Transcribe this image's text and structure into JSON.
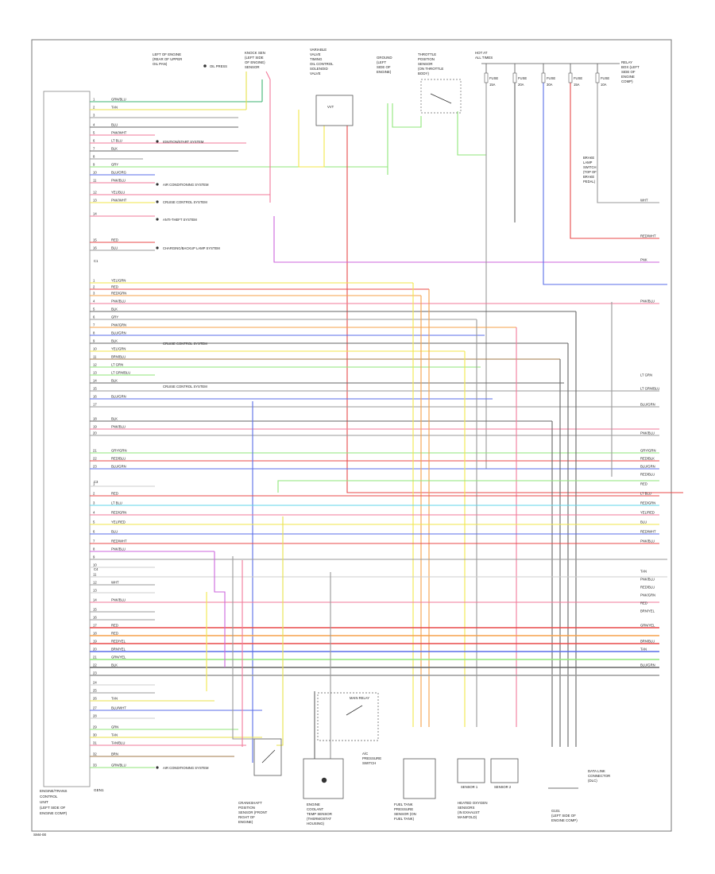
{
  "ecm": {
    "label_lines": [
      "ENGINE/TRANS",
      "CONTROL",
      "UNIT",
      "(LEFT SIDE OF",
      "ENGINE COMP)"
    ],
    "footer": "GEN1"
  },
  "fig_code": "SM4-00",
  "pin_groups": {
    "top_block_label": "C1",
    "mid_block_label": "C3",
    "lower_block_label": "C4"
  },
  "top_components": [
    {
      "id": "oil_pressure",
      "lines": [
        "LEFT OF ENGINE",
        "(REAR OF UPPER",
        "OIL PAN)"
      ],
      "badge": "OIL PRESS"
    },
    {
      "id": "knock_sensor",
      "lines": [
        "KNOCK SEN",
        "(LEFT SIDE",
        "OF ENGINE)",
        "SENSOR"
      ]
    },
    {
      "id": "variable_cam",
      "lines": [
        "VARIABLE",
        "VALVE",
        "TIMING",
        "OIL CONTROL",
        "SOLENOID",
        "VALVE"
      ],
      "box": "VVT"
    },
    {
      "id": "ground_pt",
      "lines": [
        "GROUND",
        "(LEFT",
        "SIDE OF",
        "ENGINE)"
      ]
    },
    {
      "id": "throttle",
      "lines": [
        "THROTTLE",
        "POSITION",
        "SENSOR",
        "(ON THROTTLE",
        "BODY)"
      ]
    },
    {
      "id": "hot_fuse",
      "lines": [
        "HOT AT",
        "ALL TIMES"
      ]
    },
    {
      "id": "relay_box",
      "lines": [
        "RELAY",
        "BOX (LEFT",
        "SIDE OF",
        "ENGINE",
        "COMP)"
      ]
    }
  ],
  "fuses": [
    {
      "label": "FUSE",
      "amp": "15A"
    },
    {
      "label": "FUSE",
      "amp": "20A"
    },
    {
      "label": "FUSE",
      "amp": "30A"
    },
    {
      "label": "FUSE",
      "amp": "15A"
    },
    {
      "label": "FUSE",
      "amp": "10A"
    }
  ],
  "system_notes": {
    "n1": "IGNITION/START SYSTEM",
    "n2": "AIR CONDITIONING SYSTEM",
    "n3": "CRUISE CONTROL SYSTEM",
    "n4": "ANTI-THEFT SYSTEM",
    "n5": "CHARGING/BACKUP LAMP SYSTEM",
    "n6": "CRUISE CONTROL SYSTEM",
    "n7": "CRUISE CONTROL SYSTEM",
    "n8": "AIR CONDITIONING SYSTEM"
  },
  "wire_labels": {
    "top": [
      "GRN/BLU",
      "TAN",
      "",
      "BLU",
      "PNK/WHT",
      "LT BLU",
      "BLK",
      "",
      "GRY",
      "BLU/ORG",
      "PNK/BLU",
      "YEL/BLU",
      "PNK/WHT",
      "",
      "RED",
      "BLU"
    ],
    "mid": [
      "YEL/GRN",
      "RED",
      "RED/GRN",
      "PNK/BLU",
      "BLK",
      "GRY",
      "PNK/GRN",
      "BLU/GRN",
      "BLK",
      "YEL/GRN",
      "BRN/BLU",
      "LT GRN",
      "LT GRN/BLU",
      "BLK",
      "",
      "BLU/GRN",
      "",
      "BLK",
      "PNK/BLU",
      "",
      "GRY/GRN",
      "RED/BLU",
      "BLU/GRN"
    ],
    "low": [
      "",
      "RED",
      "LT BLU",
      "RED/GRN",
      "YEL/RED",
      "BLU",
      "RED/WHT",
      "PNK/BLU",
      "",
      "",
      "",
      "WHT",
      "",
      "PNK/BLU",
      "",
      "",
      "RED",
      "RED",
      "RED/YEL",
      "BRN/YEL",
      "GRN/YEL",
      "BLK",
      "",
      "",
      "",
      "TAN",
      "BLU/WHT",
      "",
      "GRN",
      "TAN",
      "TAN/BLU",
      "BRN",
      "GRN/BLU"
    ]
  },
  "right_labels": [
    {
      "text": "WHT"
    },
    {
      "text": "RED/WHT"
    },
    {
      "text": "PNK"
    },
    {
      "text": "PNK/BLU"
    },
    {
      "text": "LT GRN"
    },
    {
      "text": "LT GRN/BLU"
    },
    {
      "text": "BLU/GRN"
    },
    {
      "text": "PNK/BLU"
    },
    {
      "text": "GRY/GRN"
    },
    {
      "text": "RED/BLK"
    },
    {
      "text": "BLU/GRN"
    },
    {
      "text": "RED/BLU"
    },
    {
      "text": "RED"
    },
    {
      "text": "LT BLU"
    },
    {
      "text": "RED/GRN"
    },
    {
      "text": "YEL/RED"
    },
    {
      "text": "BLU"
    },
    {
      "text": "RED/WHT"
    },
    {
      "text": "PNK/BLU"
    },
    {
      "text": "TAN"
    },
    {
      "text": "PNK/BLU"
    },
    {
      "text": "RED/BLU"
    },
    {
      "text": "PNK/GRN"
    },
    {
      "text": "RED"
    },
    {
      "text": "BRN/YEL"
    },
    {
      "text": "GRN/YEL"
    },
    {
      "text": "BRN/BLU"
    },
    {
      "text": "TAN"
    },
    {
      "text": "BLU/GRN"
    }
  ],
  "relay_note": [
    "BRAKE",
    "LAMP",
    "SWITCH",
    "(TOP OF",
    "BRAKE",
    "PEDAL)"
  ],
  "bottom_components": [
    {
      "id": "crank_pos",
      "lines": [
        "CRANKSHAFT",
        "POSITION",
        "SENSOR (FRONT",
        "RIGHT OF",
        "ENGINE)"
      ]
    },
    {
      "id": "engine_coolant",
      "lines": [
        "ENGINE",
        "COOLANT",
        "TEMP SENSOR",
        "(THERMOSTAT",
        "HOUSING)"
      ]
    },
    {
      "id": "fuel_tank",
      "lines": [
        "FUEL TANK",
        "PRESSURE",
        "SENSOR (ON",
        "FUEL TANK)"
      ]
    },
    {
      "id": "heated_o2",
      "lines": [
        "HEATED OXYGEN",
        "SENSORS",
        "(IN EXHAUST",
        "MANIFOLD)"
      ],
      "parts": [
        "SENSOR 1",
        "SENSOR 2"
      ]
    },
    {
      "id": "data_link",
      "lines": [
        "G101",
        "(LEFT SIDE OF",
        "ENGINE COMP)"
      ]
    },
    {
      "id": "diag_conn",
      "lines": [
        "DATA LINK",
        "CONNECTOR",
        "(DLC)"
      ]
    }
  ],
  "switch_label": [
    "A/C",
    "PRESSURE",
    "SWITCH"
  ],
  "relay_label": "MAIN RELAY"
}
